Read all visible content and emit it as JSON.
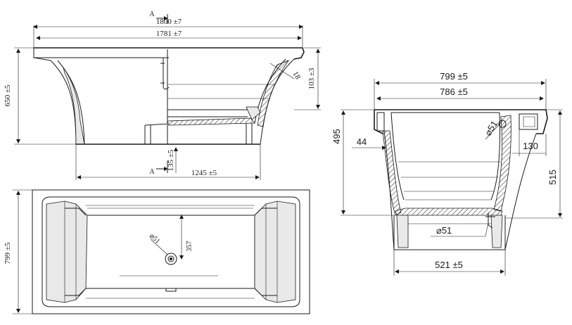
{
  "side_view": {
    "section_label_top": "A",
    "section_label_bottom": "A",
    "length_outer": "1800 ±7",
    "length_inner": "1781 ±7",
    "height_total": "650 ±5",
    "rim_height": "103 ±3",
    "wall_thickness": "18",
    "base_height": "135 ±5",
    "base_length": "1245 ±5"
  },
  "top_view": {
    "width": "799 ±5",
    "drain_diameter": "⌀51",
    "drain_offset": "357"
  },
  "section_view": {
    "width_outer": "799 ±5",
    "width_inner": "786 ±5",
    "depth": "495",
    "height": "515",
    "rim_offset": "44",
    "overflow_offset": "130",
    "overflow_diameter": "⌀51",
    "drain_diameter": "⌀51",
    "base_width": "521 ±5"
  }
}
